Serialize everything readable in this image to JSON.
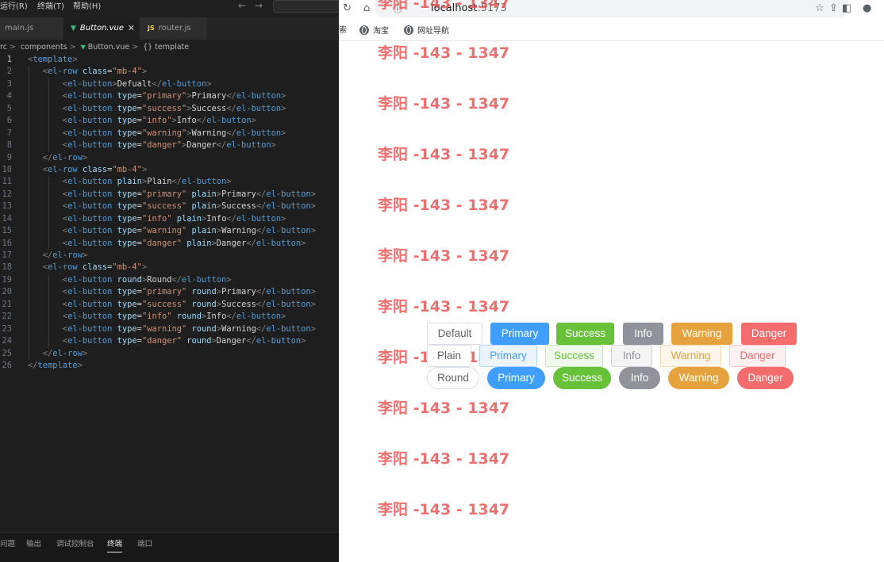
{
  "editor": {
    "menu": [
      "运行(R)",
      "终端(T)",
      "帮助(H)"
    ],
    "nav_back": "←",
    "nav_forward": "→",
    "tabs": [
      {
        "label": "main.js"
      },
      {
        "label": "Button.vue",
        "close": "✕"
      },
      {
        "label": "router.js",
        "icon": "JS"
      }
    ],
    "breadcrumb": [
      "rc",
      "components",
      "Button.vue",
      "template"
    ],
    "breadcrumb_braces": "{}",
    "panel_tabs": [
      "问题",
      "输出",
      "调试控制台",
      "终端",
      "端口"
    ]
  },
  "browser": {
    "url_host": "localhost",
    "url_port": ":5173",
    "bookmarks": [
      "索",
      "淘宝",
      "网址导航"
    ],
    "watermark": "李阳 -143 - 1347",
    "watermark_top": "李阳 -143 - 1347",
    "rows": [
      {
        "variant": "solid",
        "buttons": [
          "Default",
          "Primary",
          "Success",
          "Info",
          "Warning",
          "Danger"
        ]
      },
      {
        "variant": "plain",
        "buttons": [
          "Plain",
          "Primary",
          "Success",
          "Info",
          "Warning",
          "Danger"
        ]
      },
      {
        "variant": "round",
        "buttons": [
          "Round",
          "Primary",
          "Success",
          "Info",
          "Warning",
          "Danger"
        ]
      }
    ]
  },
  "colors": {
    "primary": "#409eff",
    "success": "#67c23a",
    "info": "#909399",
    "warning": "#e6a23c",
    "danger": "#f56c6c",
    "watermark": "#e84848",
    "editor_bg": "#1e1e1e"
  },
  "icons": {
    "reload": "reload-icon",
    "home": "home-icon",
    "info": "site-info-icon",
    "share": "share-icon",
    "bookmark": "star-icon",
    "sidepanel": "side-panel-icon",
    "profile": "profile-icon"
  }
}
